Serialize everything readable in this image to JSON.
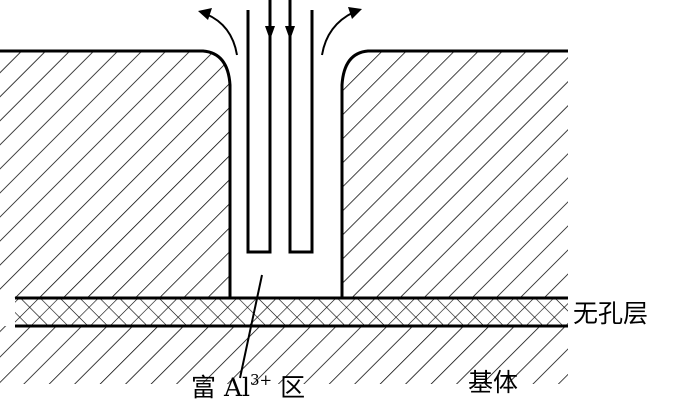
{
  "labels": {
    "nonporous_layer": "无孔层",
    "substrate": "基体",
    "al_rich_zone_prefix": "富 Al",
    "al_rich_zone_superscript": "3+",
    "al_rich_zone_suffix": " 区"
  },
  "colors": {
    "ink": "#000000",
    "background": "#ffffff"
  }
}
